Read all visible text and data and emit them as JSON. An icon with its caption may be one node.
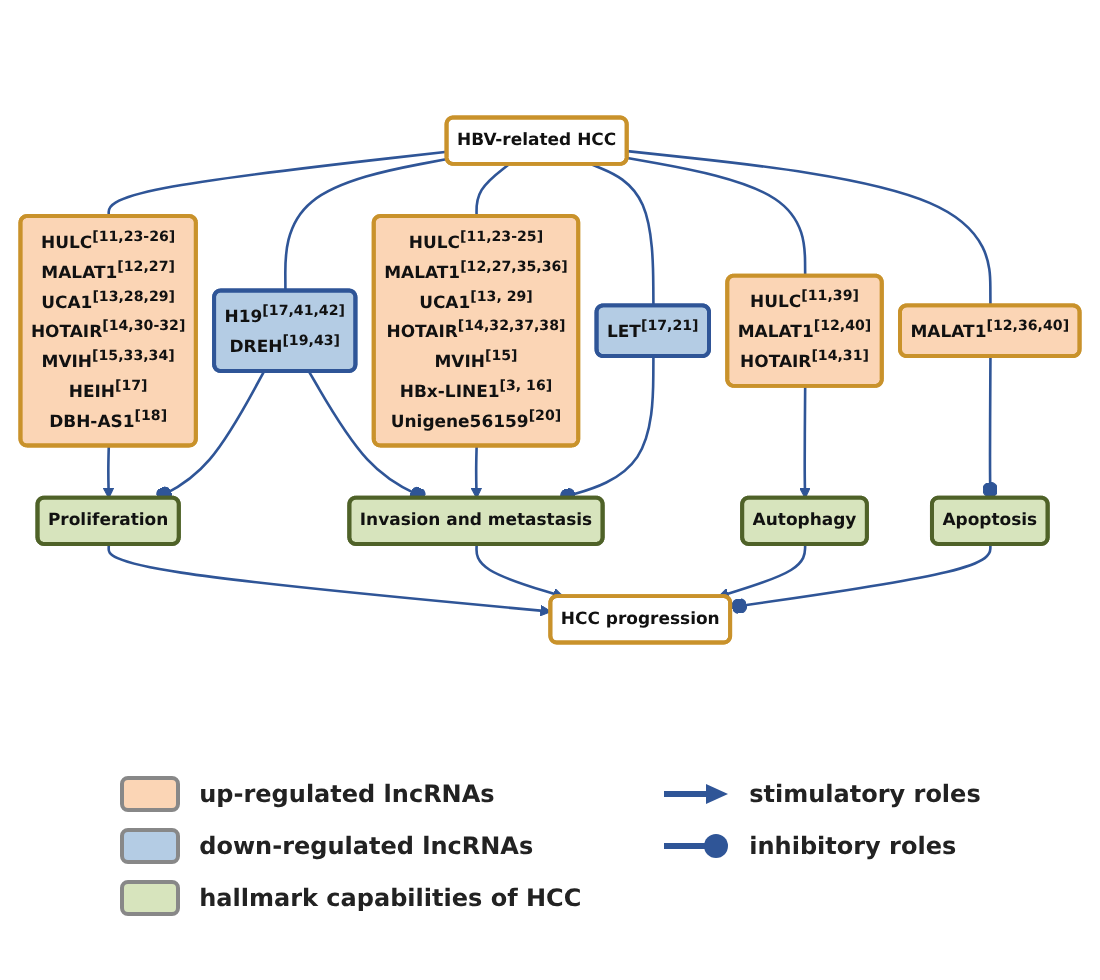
{
  "diagram": {
    "nodes": [
      {
        "text": [
          "HBV-related HCC"
        ]
      },
      {
        "text": [
          "HULC$^{[11,23-26]}$",
          "MALAT1$^{[12,27]}$",
          "UCA1$^{[13,28,29]}$",
          "HOTAIR$^{[14,30-32]}$",
          "MVIH$^{[15,33,34]}$",
          "HEIH$^{[17]}$",
          "DBH-AS1$^{[18]}$"
        ]
      },
      {
        "text": [
          "HULC$^{[11,23-25]}$",
          "MALAT1$^{[12,27,35,36]}$",
          "UCA1$^{[13, 29]}$",
          "HOTAIR$^{[14,32,37,38]}$",
          "MVIH$^{[15]}$",
          "HBx-LINE1$^{[3, 16]}$",
          "Unigene56159$^{[20]}$"
        ]
      },
      {
        "text": [
          "HULC$^{[11,39]}$",
          "MALAT1$^{[12,40]}$",
          "HOTAIR$^{[14,31]}$"
        ]
      },
      {
        "text": [
          "MALAT1$^{[12,36,40]}$"
        ]
      },
      {
        "text": [
          "H19$^{[17,41,42]}$",
          "DREH$^{[19,43]}$"
        ]
      },
      {
        "text": [
          "LET$^{[17,21]}$"
        ]
      },
      {
        "text": [
          "Proliferation"
        ]
      },
      {
        "text": [
          "Invasion and metastasis"
        ]
      },
      {
        "text": [
          "Autophagy"
        ]
      },
      {
        "text": [
          "Apoptosis"
        ]
      },
      {
        "text": [
          "HCC progression"
        ]
      }
    ],
    "edges": [
      {
        "from": 0,
        "to": 1,
        "arrow": "none"
      },
      {
        "from": 0,
        "to": 5,
        "arrow": "none"
      },
      {
        "from": 0,
        "to": 2,
        "arrow": "none"
      },
      {
        "from": 0,
        "to": 6,
        "arrow": "none"
      },
      {
        "from": 0,
        "to": 3,
        "arrow": "none"
      },
      {
        "from": 0,
        "to": 4,
        "arrow": "none"
      },
      {
        "from": 1,
        "to": 7,
        "arrow": "to"
      },
      {
        "from": 5,
        "to": 7,
        "arrow": "other"
      },
      {
        "from": 5,
        "to": 8,
        "arrow": "other"
      },
      {
        "from": 2,
        "to": 8,
        "arrow": "to"
      },
      {
        "from": 6,
        "to": 8,
        "arrow": "other"
      },
      {
        "from": 3,
        "to": 9,
        "arrow": "to"
      },
      {
        "from": 4,
        "to": 10,
        "arrow": "other"
      },
      {
        "from": 7,
        "to": 11,
        "arrow": "to"
      },
      {
        "from": 8,
        "to": 11,
        "arrow": "to"
      },
      {
        "from": 9,
        "to": 11,
        "arrow": "to"
      },
      {
        "from": 10,
        "to": 11,
        "arrow": "other"
      }
    ],
    "legend": [
      {
        "text": "up-regulated lncRNAs",
        "color": "#fbd5b5"
      },
      {
        "text": "stimulatory roles"
      },
      {
        "text": "down-regulated lncRNAs",
        "color": "#b4cce4"
      },
      {
        "text": "inhibitory roles"
      },
      {
        "text": "hallmark capabilities of HCC",
        "color": "#d7e4bd"
      }
    ]
  }
}
